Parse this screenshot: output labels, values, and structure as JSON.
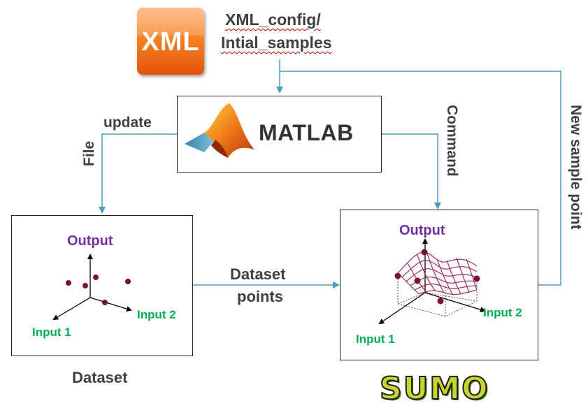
{
  "xml_icon": {
    "text": "XML",
    "color": "#f26a1b"
  },
  "xml_config": {
    "line1": "XML_config/",
    "line2": "Intial_samples"
  },
  "matlab": {
    "label": "MATLAB"
  },
  "edges": {
    "file_update_top": "update",
    "file_update_side": "File",
    "command": "Command",
    "new_sample_point": "New sample point",
    "dataset_points_line1": "Dataset",
    "dataset_points_line2": "points"
  },
  "dataset_box": {
    "output": "Output",
    "input1": "Input 1",
    "input2": "Input 2",
    "caption": "Dataset"
  },
  "sumo_box": {
    "output": "Output",
    "input1": "Input 1",
    "input2": "Input 2",
    "logo_text": "SUMO"
  },
  "colors": {
    "arrow": "#4a9cc4",
    "output_label": "#7030a0",
    "input_label": "#00b050",
    "point": "#7b1030"
  }
}
